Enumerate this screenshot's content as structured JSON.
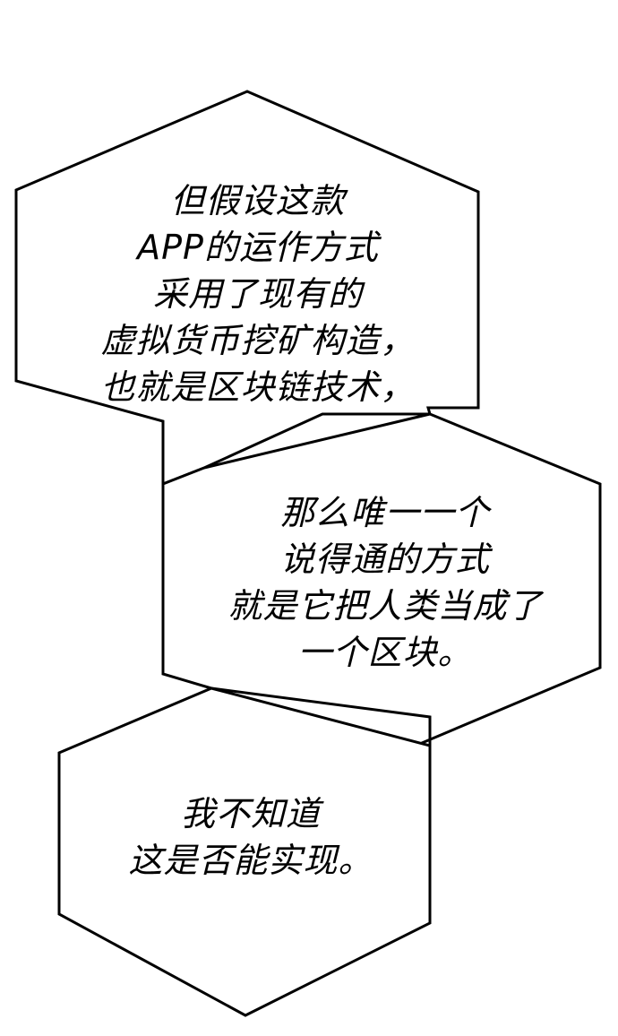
{
  "colors": {
    "background": "#ffffff",
    "bubble_fill": "#ffffff",
    "bubble_stroke": "#000000",
    "text": "#000000"
  },
  "bubbles": [
    {
      "lines": [
        "但假设这款",
        "APP的运作方式",
        "采用了现有的",
        "虚拟货币挖矿构造，",
        "也就是区块链技术，"
      ]
    },
    {
      "lines": [
        "那么唯一一个",
        "说得通的方式",
        "就是它把人类当成了",
        "一个区块。"
      ]
    },
    {
      "lines": [
        "我不知道",
        "这是否能实现。"
      ]
    }
  ]
}
